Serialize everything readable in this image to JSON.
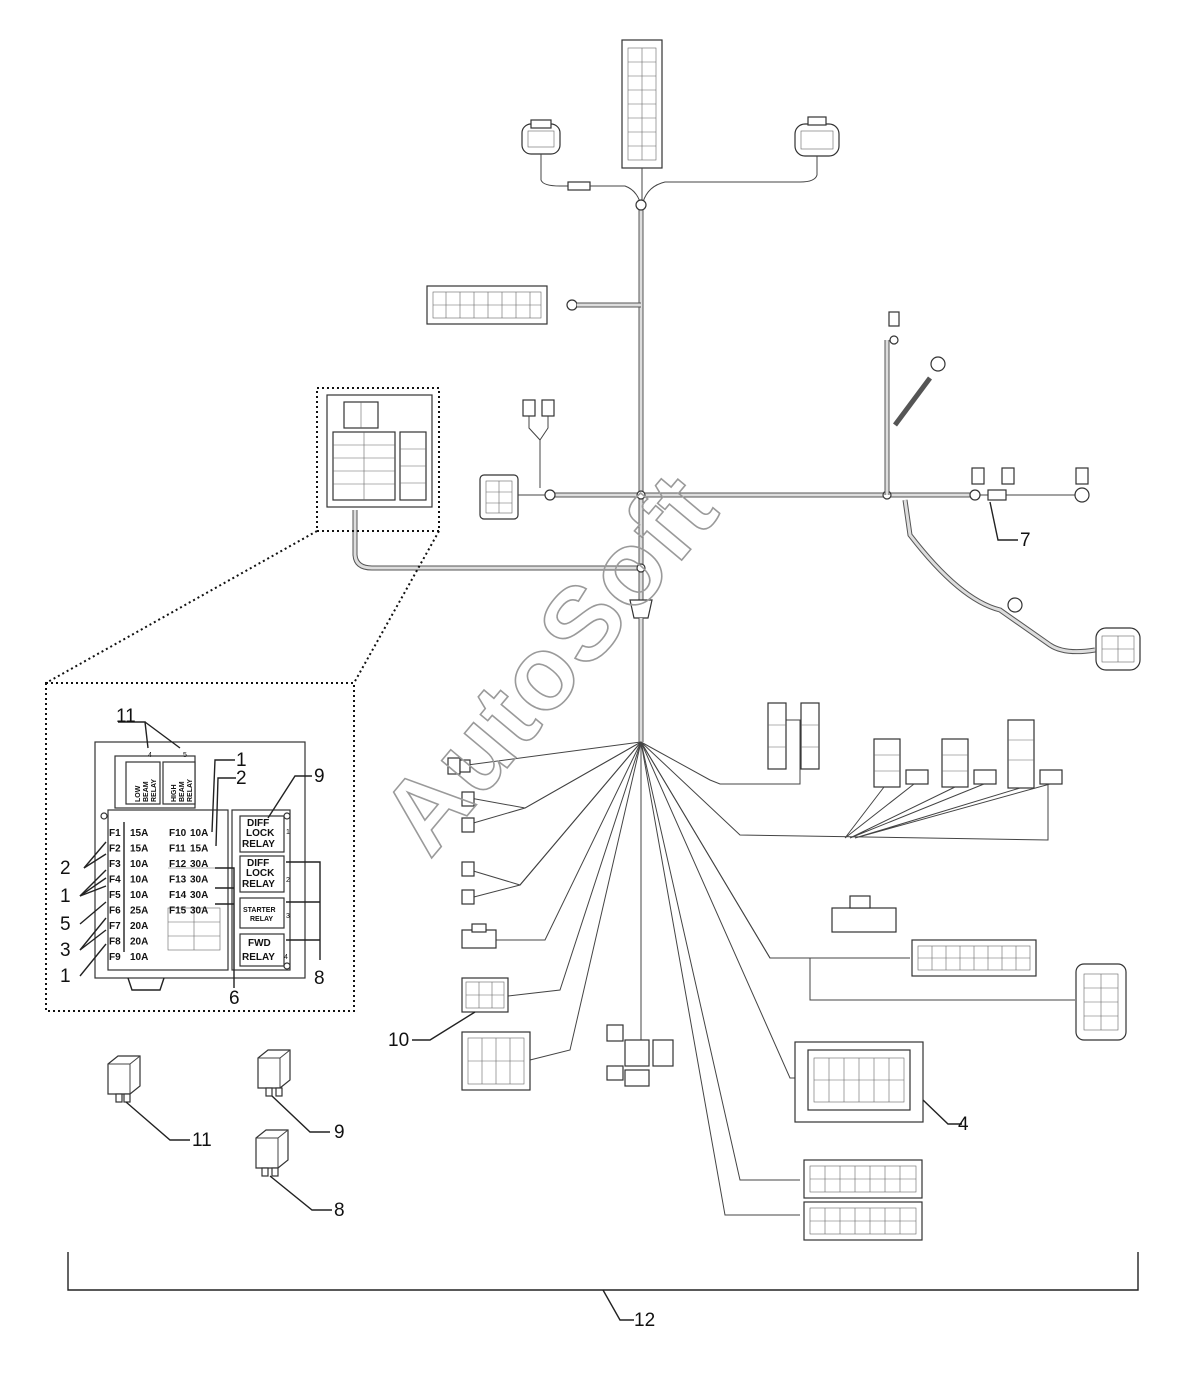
{
  "callouts": {
    "c1": "1",
    "c2": "2",
    "c3": "3",
    "c4": "4",
    "c5": "5",
    "c6": "6",
    "c7": "7",
    "c8": "8",
    "c9": "9",
    "c10": "10",
    "c11": "11",
    "c12": "12"
  },
  "watermark": "AutoSoft",
  "fuses_left": [
    {
      "id": "F1",
      "amp": "15A"
    },
    {
      "id": "F2",
      "amp": "15A"
    },
    {
      "id": "F3",
      "amp": "10A"
    },
    {
      "id": "F4",
      "amp": "10A"
    },
    {
      "id": "F5",
      "amp": "10A"
    },
    {
      "id": "F6",
      "amp": "25A"
    },
    {
      "id": "F7",
      "amp": "20A"
    },
    {
      "id": "F8",
      "amp": "20A"
    },
    {
      "id": "F9",
      "amp": "10A"
    }
  ],
  "fuses_right": [
    {
      "id": "F10",
      "amp": "10A"
    },
    {
      "id": "F11",
      "amp": "15A"
    },
    {
      "id": "F12",
      "amp": "30A"
    },
    {
      "id": "F13",
      "amp": "30A"
    },
    {
      "id": "F14",
      "amp": "30A"
    },
    {
      "id": "F15",
      "amp": "30A"
    }
  ],
  "relays": {
    "low_beam": [
      "LOW",
      "BEAM",
      "RELAY"
    ],
    "low_beam_num": "4",
    "high_beam": [
      "HIGH",
      "BEAM",
      "RELAY"
    ],
    "high_beam_num": "5",
    "diff_lock_1": [
      "DIFF",
      "LOCK",
      "RELAY"
    ],
    "diff_lock_1_num": "1",
    "diff_lock_2": [
      "DIFF",
      "LOCK",
      "RELAY"
    ],
    "diff_lock_2_num": "2",
    "starter": [
      "STARTER",
      "RELAY"
    ],
    "starter_num": "3",
    "fwd": [
      "FWD",
      "RELAY"
    ],
    "fwd_num": "4"
  }
}
